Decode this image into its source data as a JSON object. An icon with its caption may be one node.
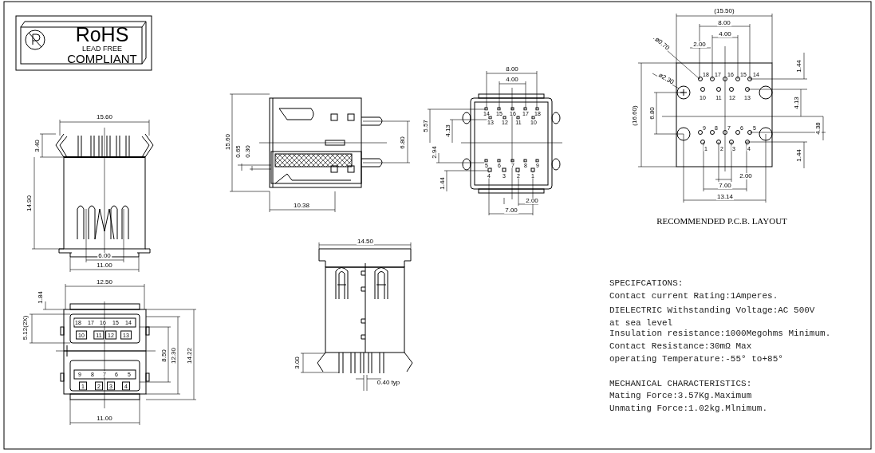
{
  "diagram": {
    "labels": [
      "RoHS",
      "LEAD FREE",
      "COMPLIANT",
      "15.60",
      "3.40",
      "14.90",
      "6.00",
      "11.00",
      "12.50",
      "1.84",
      "5.12(2X)",
      "18",
      "17",
      "16",
      "15",
      "14",
      "10",
      "11",
      "12",
      "13",
      "9",
      "8",
      "7",
      "6",
      "5",
      "1",
      "2",
      "3",
      "4",
      "8.50",
      "12.30",
      "14.22",
      "11.00",
      "15.60",
      "0.65",
      "0.30",
      "6.80",
      "10.38",
      "8.00",
      "4.00",
      "14",
      "15",
      "16",
      "17",
      "18",
      "13",
      "12",
      "11",
      "10",
      "5.57",
      "4.13",
      "2.94",
      "5",
      "6",
      "7",
      "8",
      "9",
      "4",
      "3",
      "2",
      "1",
      "1.44",
      "2.00",
      "7.00",
      "14.50",
      "3.00",
      "0.40  typ",
      "(15.50)",
      "8.00",
      "4.00",
      "2.00",
      "ø0.70",
      "1.44",
      "18",
      "17",
      "16",
      "15",
      "14",
      "ø2.30",
      "10",
      "11",
      "12",
      "13",
      "(16.60)",
      "6.80",
      "4.13",
      "4.38",
      "9",
      "8",
      "7",
      "6",
      "5",
      "1",
      "2",
      "3",
      "4",
      "1.44",
      "2.00",
      "7.00",
      "13.14",
      "RECOMMENDED P.C.B. LAYOUT",
      "SPECIFCATIONS:",
      "Contact current Rating:1Amperes.",
      "DIELECTRIC Withstanding Voltage:AC 500V at sea level",
      "Insulation resistance:1000Megohms Minimum.",
      "Contact Resistance:30mΩ Max",
      "operating Temperature:-55° to+85°",
      "MECHANICAL CHARACTERISTICS:",
      "Mating Force:3.57Kg.Maximum",
      "Unmating Force:1.02kg.Mlnimum."
    ]
  }
}
